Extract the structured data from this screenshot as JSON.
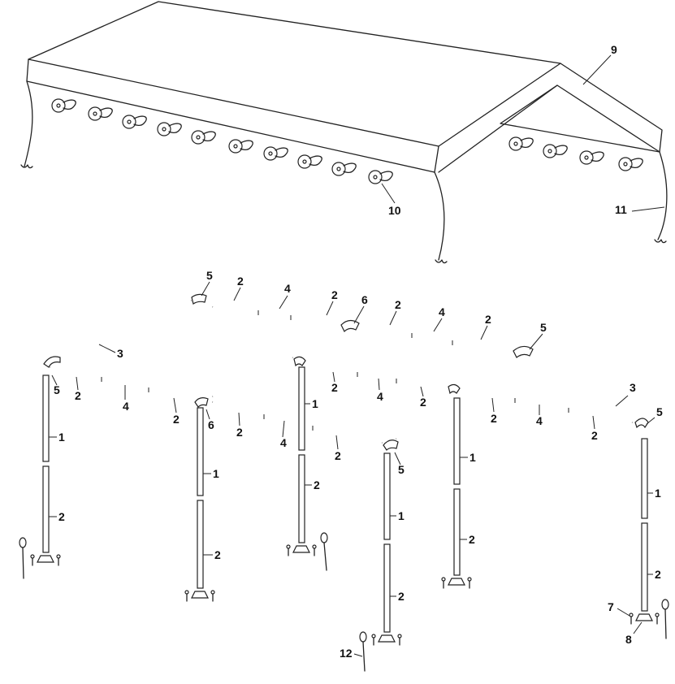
{
  "callouts": {
    "c9": "9",
    "c10": "10",
    "c11": "11",
    "c5a": "5",
    "c5b": "5",
    "c5c": "5",
    "c5d": "5",
    "c5e": "5",
    "c6a": "6",
    "c6b": "6",
    "c3a": "3",
    "c3b": "3",
    "c4a": "4",
    "c4b": "4",
    "c4c": "4",
    "c4d": "4",
    "c4e": "4",
    "c4f": "4",
    "c1a": "1",
    "c1b": "1",
    "c1c": "1",
    "c1d": "1",
    "c1e": "1",
    "c1f": "1",
    "c2_t1": "2",
    "c2_t2": "2",
    "c2_t3": "2",
    "c2_t4": "2",
    "c2_f1": "2",
    "c2_f2": "2",
    "c2_f3": "2",
    "c2_f4": "2",
    "c2_m1": "2",
    "c2_m2": "2",
    "c2_m3": "2",
    "c2_m4": "2",
    "c2_l1": "2",
    "c2_l2": "2",
    "c2_l3": "2",
    "c2_l4": "2",
    "c2_l5": "2",
    "c2_l6": "2",
    "c7": "7",
    "c8": "8",
    "c12": "12"
  }
}
